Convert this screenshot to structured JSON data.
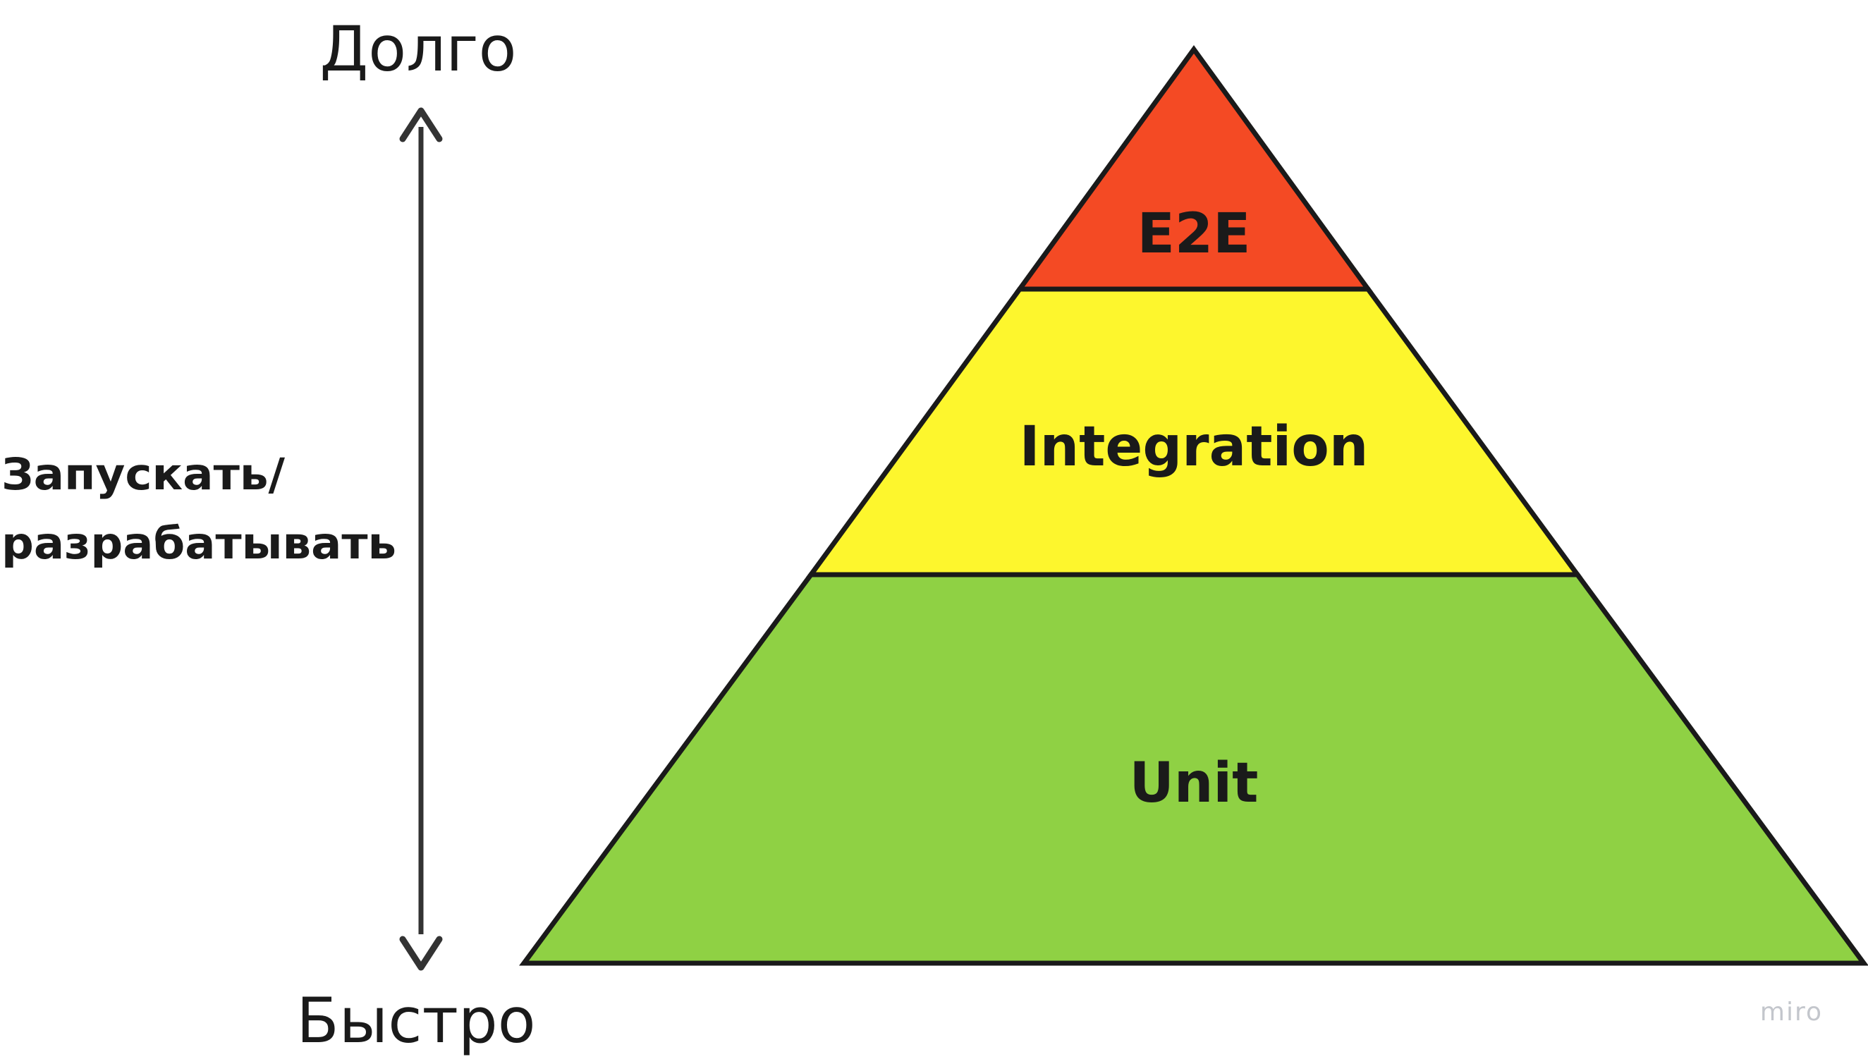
{
  "axis": {
    "top_label": "Долго",
    "bottom_label": "Быстро",
    "side_label_line1": "Запускать/",
    "side_label_line2": "разрабатывать"
  },
  "pyramid": {
    "tiers": [
      {
        "key": "top",
        "label": "E2E",
        "color": "#f44a24"
      },
      {
        "key": "middle",
        "label": "Integration",
        "color": "#fdf62d"
      },
      {
        "key": "bottom",
        "label": "Unit",
        "color": "#8fd144"
      }
    ],
    "outline_color": "#1a1a1a"
  },
  "watermark": {
    "text": "miro"
  }
}
